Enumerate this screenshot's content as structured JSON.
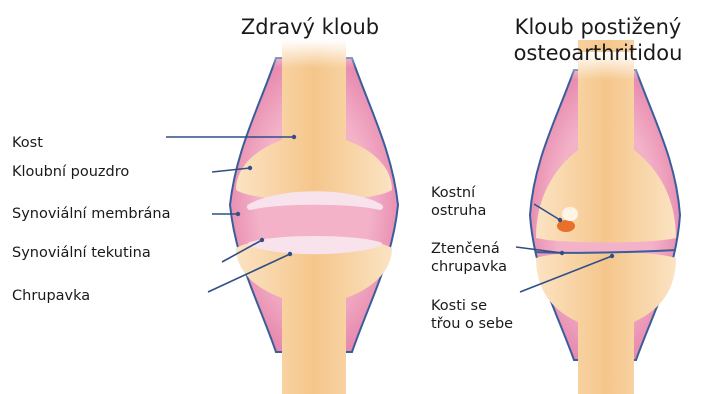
{
  "titles": {
    "healthy": "Zdravý kloub",
    "affected_line1": "Kloub postižený",
    "affected_line2": "osteoarthritidou"
  },
  "labels_left": {
    "bone": "Kost",
    "capsule": "Kloubní pouzdro",
    "membrane": "Synoviální membrána",
    "fluid": "Synoviální tekutina",
    "cartilage": "Chrupavka"
  },
  "labels_right": {
    "spur_line1": "Kostní",
    "spur_line2": "ostruha",
    "thin_line1": "Ztenčená",
    "thin_line2": "chrupavka",
    "rub_line1": "Kosti se",
    "rub_line2": "třou o sebe"
  },
  "colors": {
    "bone": "#f7c88f",
    "capsule": "#e98bb0",
    "capsule_edge": "#3a5d9c",
    "cartilage": "#f8e2ec",
    "spur": "#e8702a",
    "leader": "#2f4f86"
  }
}
